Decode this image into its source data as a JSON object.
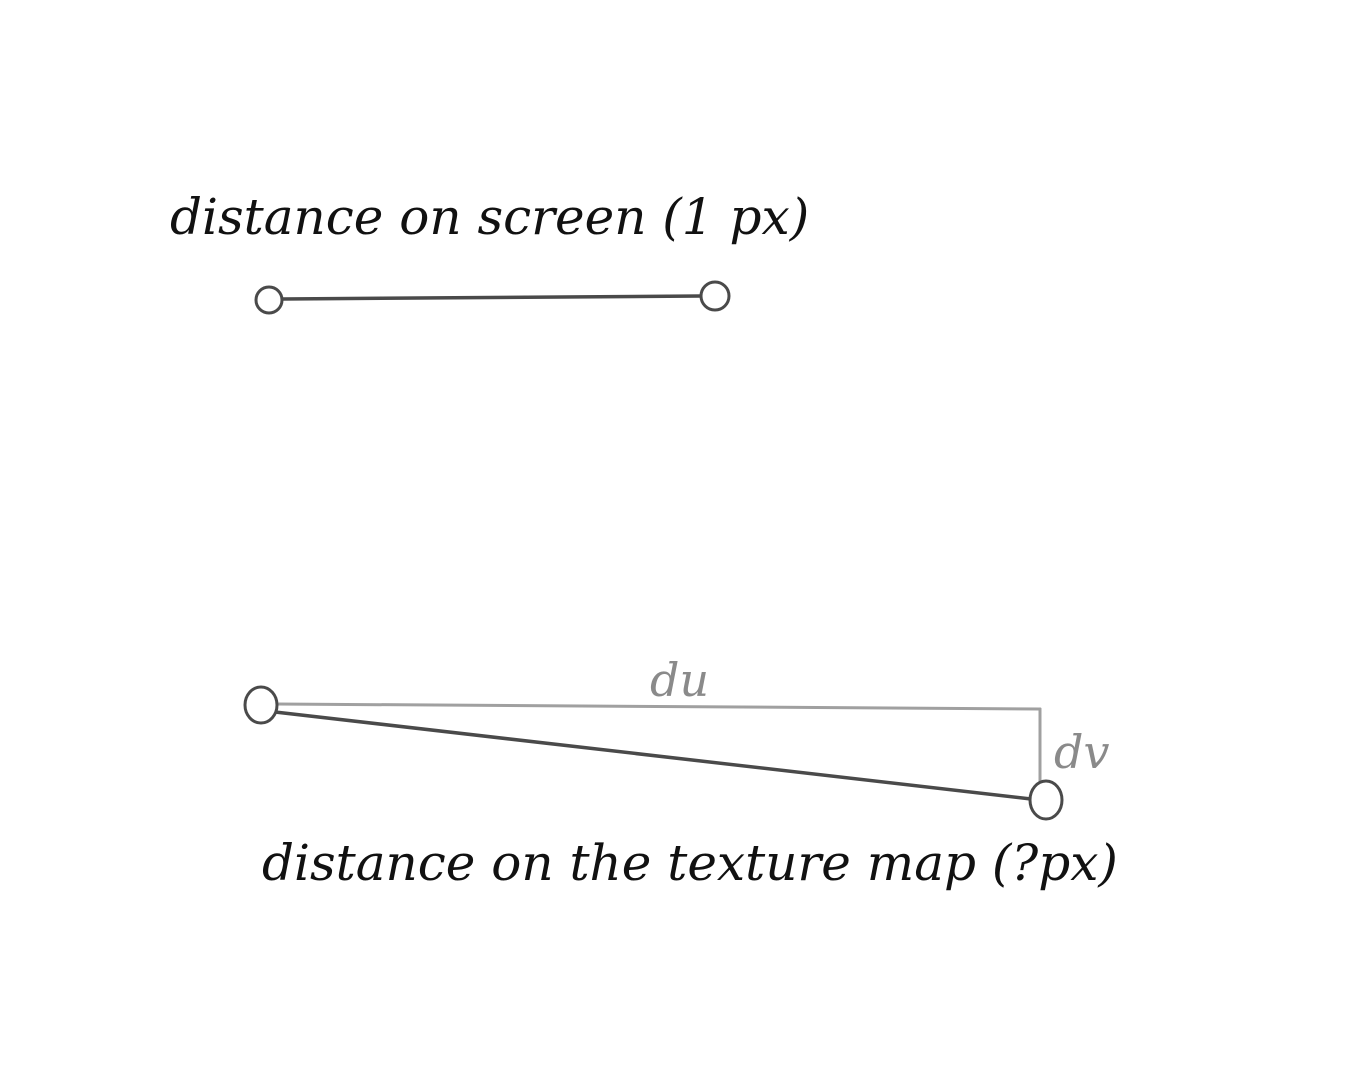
{
  "screen_label": "distance on screen (1 px)",
  "texture_label": "distance on the texture map (?px)",
  "du_label": "du",
  "dv_label": "dv",
  "colors": {
    "ink": "#4a4a4a",
    "text": "#111111",
    "guide": "#a0a0a0",
    "guide_text": "#8a8a8a"
  }
}
